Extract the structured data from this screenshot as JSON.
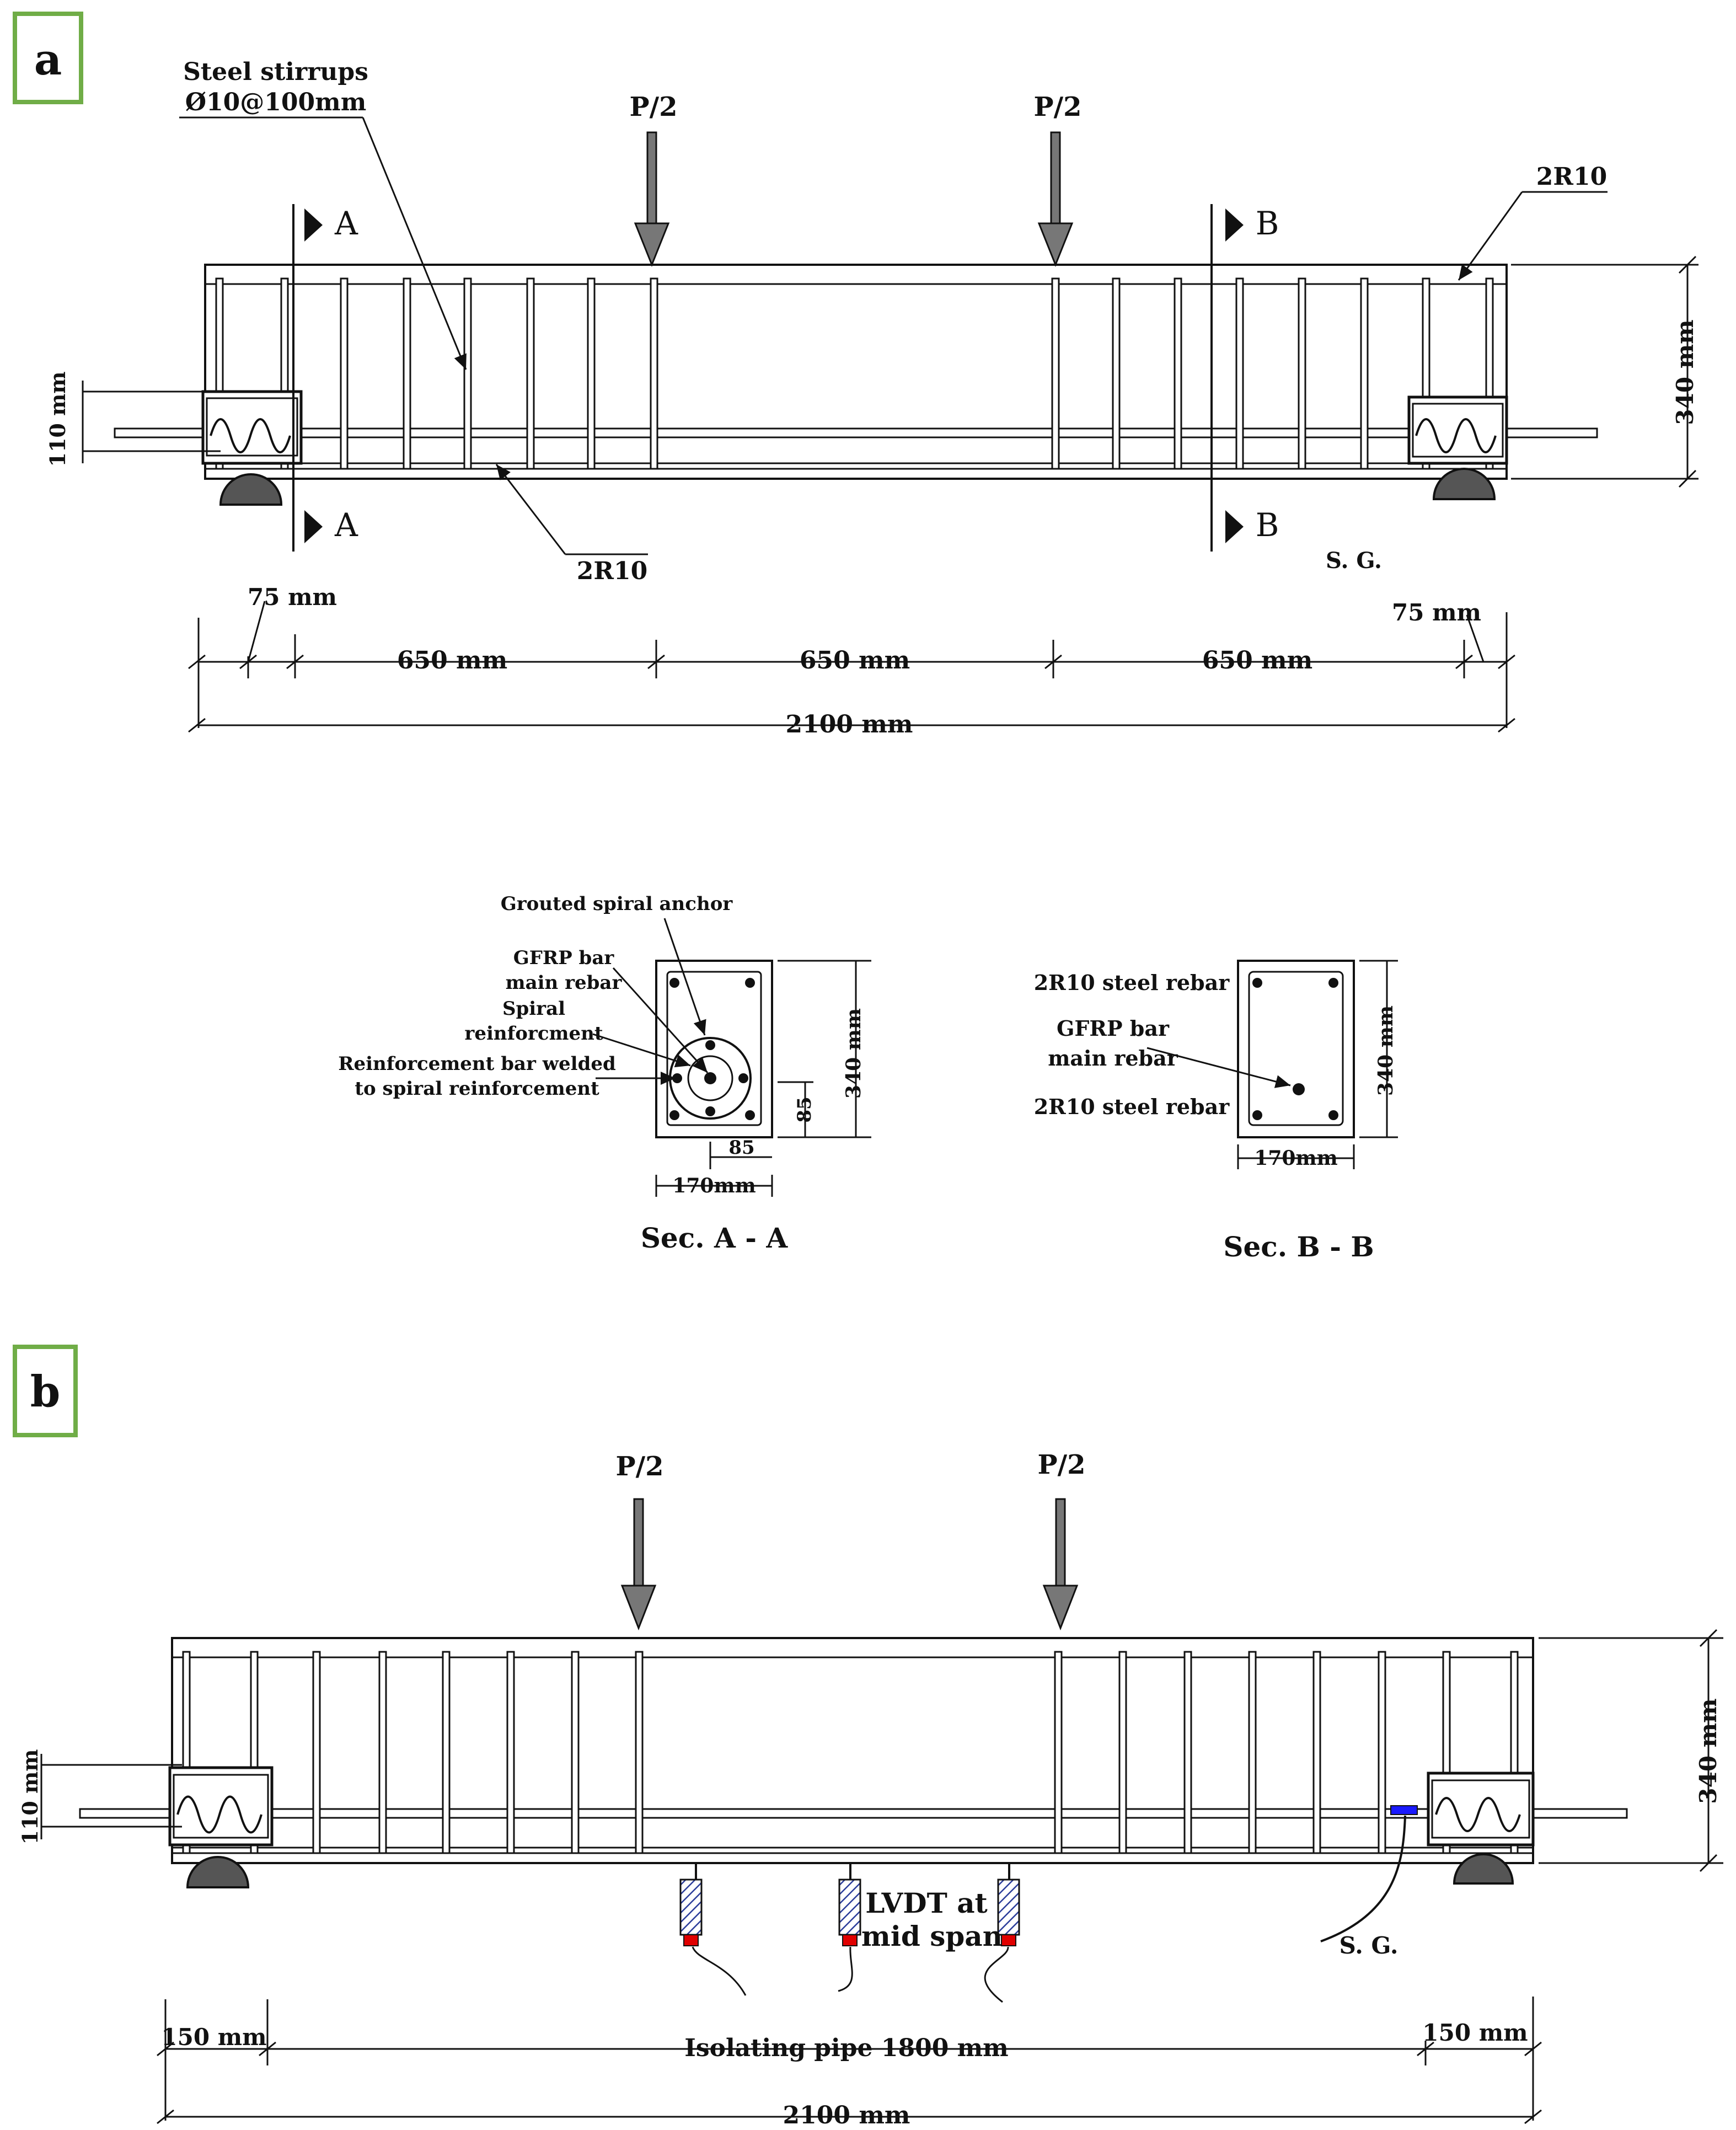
{
  "panel_a": {
    "tag": "a",
    "stirrups_line1": "Steel stirrups",
    "stirrups_line2": "Ø10@100mm",
    "load_left": "P/2",
    "load_right": "P/2",
    "top_bar": "2R10",
    "bottom_bar": "2R10",
    "height_dim": "340 mm",
    "anchor_dim": "110 mm",
    "sec_a": "A",
    "sec_b": "B",
    "sg": "S. G.",
    "end_left": "75 mm",
    "end_right": "75 mm",
    "span1": "650 mm",
    "span2": "650 mm",
    "span3": "650 mm",
    "total": "2100 mm"
  },
  "section_aa": {
    "grouted": "Grouted spiral anchor",
    "gfrp_1": "GFRP bar",
    "gfrp_2": "main rebar",
    "spiral_1": "Spiral",
    "spiral_2": "reinforcment",
    "weld_1": "Reinforcement bar welded",
    "weld_2": "to spiral reinforcement",
    "height": "340 mm",
    "d85v": "85",
    "d85h": "85",
    "width": "170mm",
    "title": "Sec. A - A"
  },
  "section_bb": {
    "top": "2R10 steel rebar",
    "gfrp_1": "GFRP bar",
    "gfrp_2": "main rebar",
    "bottom": "2R10 steel rebar",
    "height": "340 mm",
    "width": "170mm",
    "title": "Sec. B - B"
  },
  "panel_b": {
    "tag": "b",
    "load_left": "P/2",
    "load_right": "P/2",
    "height_dim": "340 mm",
    "anchor_dim": "110 mm",
    "lvdt_1": "LVDT at",
    "lvdt_2": "mid span",
    "sg": "S. G.",
    "end_left": "150 mm",
    "end_right": "150 mm",
    "pipe": "Isolating pipe 1800 mm",
    "total": "2100 mm"
  },
  "colors": {
    "tag_border": "#70ad47",
    "sensor_tip": "#e00000",
    "sensor_hatch": "#2b3d9a",
    "strain_gauge": "#1a1aff",
    "support_fill": "#555555"
  }
}
